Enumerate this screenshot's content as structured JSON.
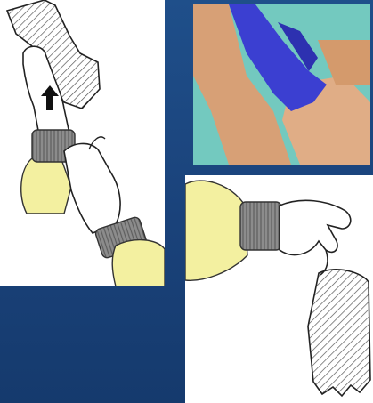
{
  "figure": {
    "panels": [
      {
        "id": "panel-1",
        "description_icon": "glove-removal-step-1"
      },
      {
        "id": "panel-2",
        "description_icon": "glove-removal-photo"
      },
      {
        "id": "panel-3",
        "description_icon": "glove-removal-step-3"
      }
    ]
  },
  "colors": {
    "background": "#1f4f8a",
    "sleeve_yellow": "#f3f0a0",
    "cuff_grey": "#8a8a8a",
    "glove_blue": "#3b3fd1",
    "photo_bg": "#73c9bf",
    "skin": "#d9a27a"
  }
}
